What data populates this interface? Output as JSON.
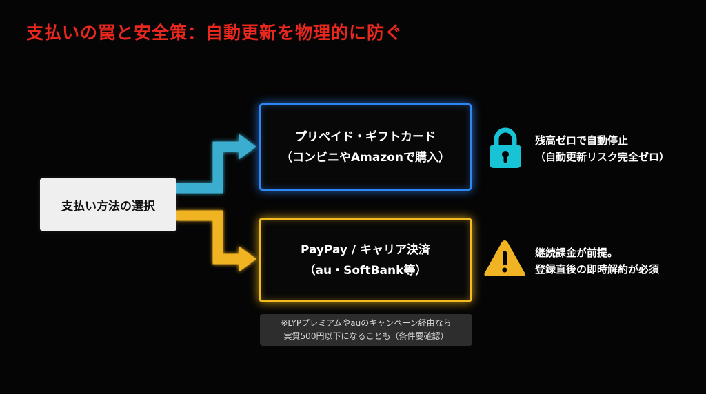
{
  "title": {
    "text": "支払いの罠と安全策：自動更新を物理的に防ぐ",
    "color": "#e8271e"
  },
  "source": {
    "label": "支払い方法の選択"
  },
  "options": [
    {
      "lines": [
        "プリペイド・ギフトカード",
        "（コンビニやAmazonで購入）"
      ],
      "accent_color": "#2f86f5",
      "arrow_color": "#3aaed0",
      "icon": "lock-icon",
      "icon_color": "#19c3d6",
      "note_lines": [
        "残高ゼロで自動停止",
        "（自動更新リスク完全ゼロ）"
      ]
    },
    {
      "lines": [
        "PayPay / キャリア決済",
        "（au・SoftBank等）"
      ],
      "accent_color": "#f4bb1f",
      "arrow_color": "#f0b323",
      "icon": "warning-icon",
      "icon_color": "#f0b323",
      "note_lines": [
        "継続課金が前提。",
        "登録直後の即時解約が必須"
      ]
    }
  ],
  "footnote": {
    "lines": [
      "※LYPプレミアムやauのキャンペーン経由なら",
      "実質500円以下になることも（条件要確認）"
    ]
  }
}
